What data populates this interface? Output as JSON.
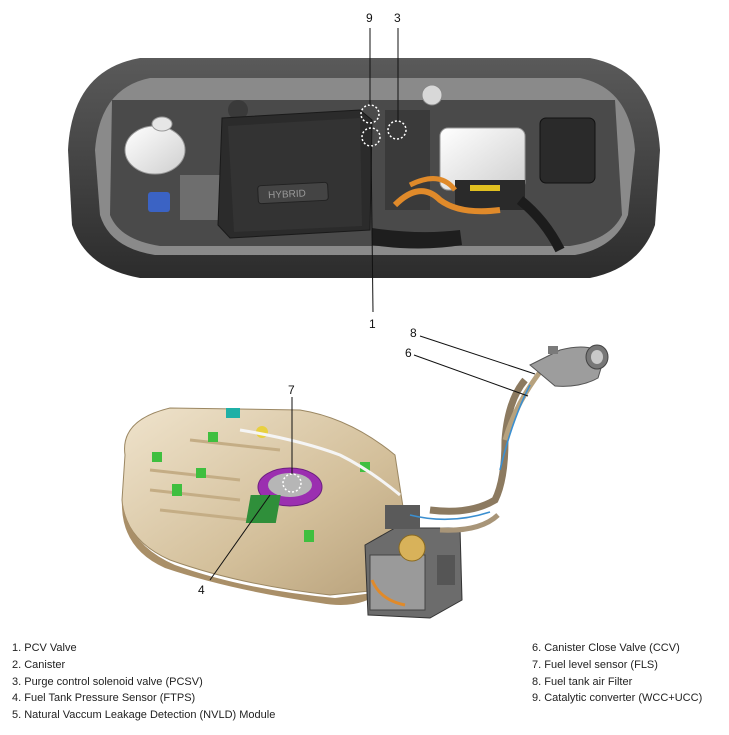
{
  "callouts": {
    "c9": "9",
    "c3": "3",
    "c1": "1",
    "c8": "8",
    "c6": "6",
    "c7": "7",
    "c4": "4"
  },
  "engine_bay": {
    "logo_text": "HYBRID"
  },
  "legend": {
    "left": [
      "1. PCV Valve",
      "2. Canister",
      "3. Purge control solenoid valve (PCSV)",
      "4. Fuel Tank Pressure Sensor (FTPS)",
      "5. Natural Vaccum Leakage Detection (NVLD) Module"
    ],
    "right": [
      "6. Canister Close Valve (CCV)",
      "7. Fuel level sensor (FLS)",
      "8. Fuel tank air Filter",
      "9. Catalytic converter (WCC+UCC)"
    ]
  },
  "colors": {
    "tank": "#d9c7a6",
    "sensor_ring": "#9b2fb0",
    "connector_green": "#3fbf3f",
    "orange_cable": "#e08a2a"
  }
}
